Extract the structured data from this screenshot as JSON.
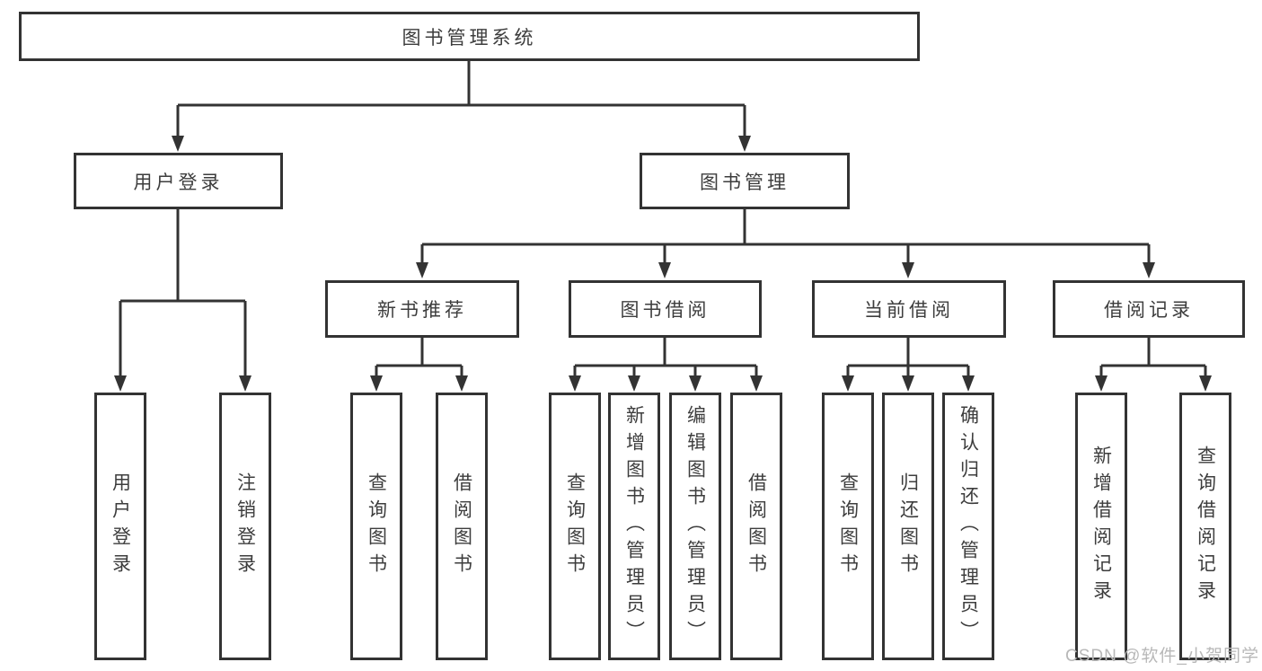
{
  "diagram": {
    "root": {
      "label": "图书管理系统"
    },
    "level2": [
      {
        "label": "用户登录"
      },
      {
        "label": "图书管理"
      }
    ],
    "level3": [
      {
        "label": "新书推荐"
      },
      {
        "label": "图书借阅"
      },
      {
        "label": "当前借阅"
      },
      {
        "label": "借阅记录"
      }
    ],
    "leaves": {
      "user_login": [
        {
          "label": "用户登录"
        },
        {
          "label": "注销登录"
        }
      ],
      "new_book": [
        {
          "label": "查询图书"
        },
        {
          "label": "借阅图书"
        }
      ],
      "book_borrow": [
        {
          "label": "查询图书"
        },
        {
          "label": "新增图书（管理员）"
        },
        {
          "label": "编辑图书（管理员）"
        },
        {
          "label": "借阅图书"
        }
      ],
      "current_borrow": [
        {
          "label": "查询图书"
        },
        {
          "label": "归还图书"
        },
        {
          "label": "确认归还（管理员）"
        }
      ],
      "borrow_record": [
        {
          "label": "新增借阅记录"
        },
        {
          "label": "查询借阅记录"
        }
      ]
    }
  },
  "watermark": {
    "text": "CSDN @软件_小贺同学"
  },
  "colors": {
    "line": "#333333",
    "text": "#3d3d3d",
    "background": "#ffffff",
    "watermark": "#b8b8b8"
  }
}
